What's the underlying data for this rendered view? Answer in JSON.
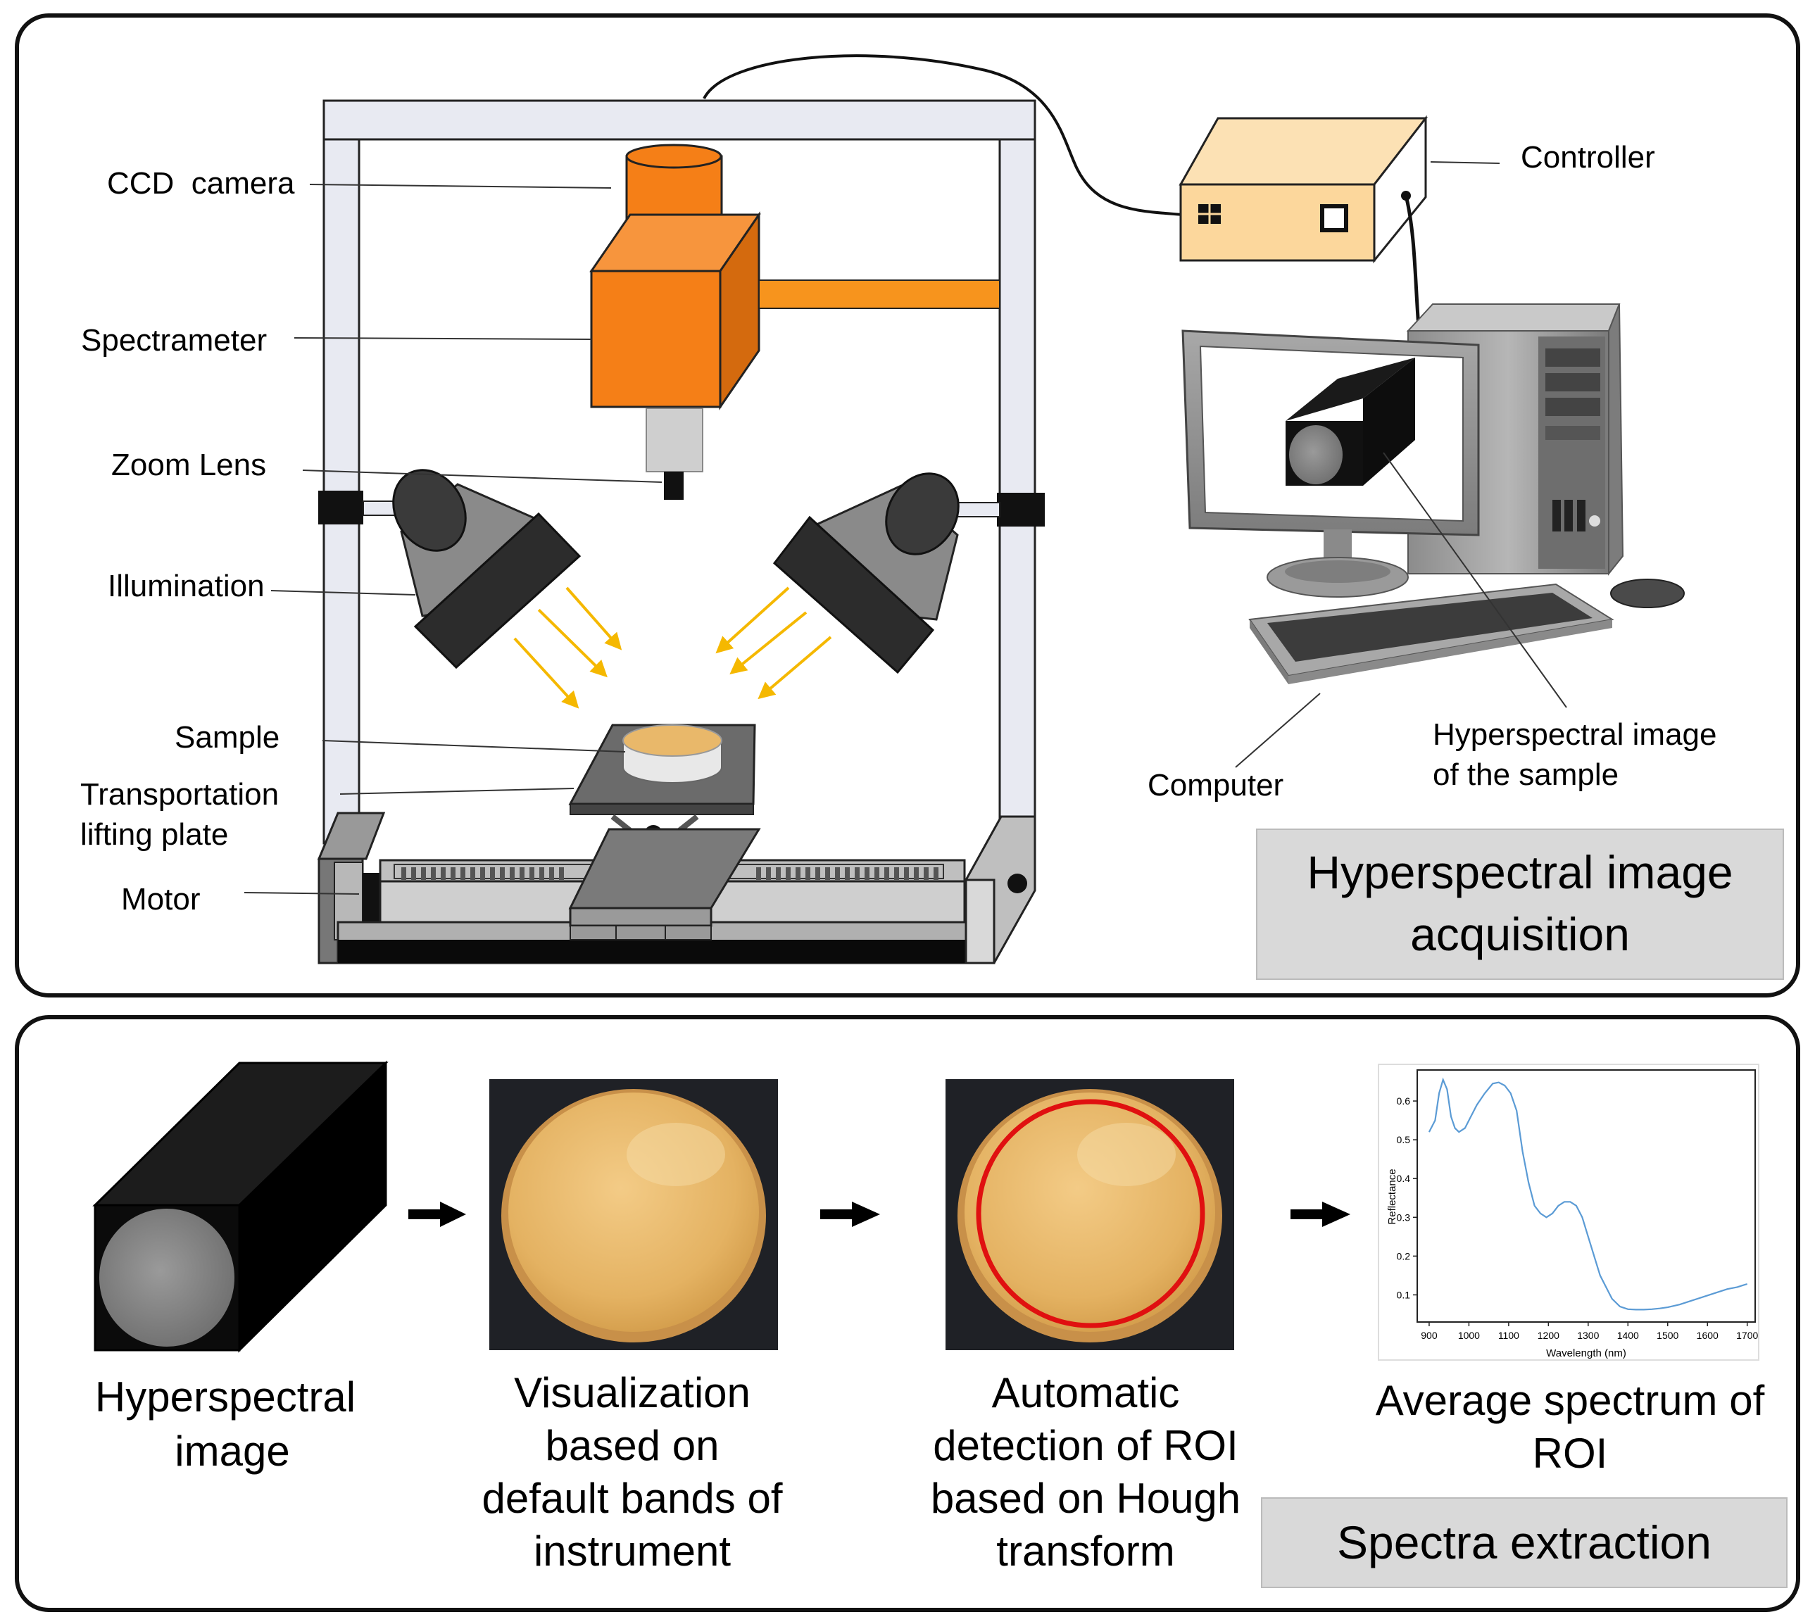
{
  "acquisition_panel": {
    "labels": {
      "ccd_camera": "CCD  camera",
      "spectrometer": "Spectrameter",
      "zoom_lens": "Zoom Lens",
      "illumination": "Illumination",
      "sample": "Sample",
      "transport_plate_line1": "Transportation",
      "transport_plate_line2": "lifting plate",
      "motor": "Motor",
      "controller": "Controller",
      "computer": "Computer",
      "hsi_sample_line1": "Hyperspectral image",
      "hsi_sample_line2": "of the sample"
    },
    "section_title_line1": "Hyperspectral image",
    "section_title_line2": "acquisition"
  },
  "extraction_panel": {
    "steps": [
      {
        "line1": "Hyperspectral",
        "line2": "image"
      },
      {
        "line1": "Visualization",
        "line2": "based on",
        "line3": "default bands of",
        "line4": "instrument"
      },
      {
        "line1": "Automatic",
        "line2": "detection of ROI",
        "line3": "based on Hough",
        "line4": "transform"
      },
      {
        "line1": "Average spectrum of",
        "line2": "ROI"
      }
    ],
    "section_title": "Spectra extraction"
  },
  "colors": {
    "camera_orange": "#F57F17",
    "frame_fill": "#E8EAF2",
    "controller_fill": "#FCD79C",
    "sample_fill": "#E9B86A",
    "roi_circle": "#E01010",
    "spectrum_line": "#5B9BD5",
    "light_rays": "#F5B800"
  },
  "chart_data": {
    "type": "line",
    "xlabel": "Wavelength (nm)",
    "ylabel": "Reflectance",
    "xlim": [
      870,
      1720
    ],
    "ylim": [
      0.03,
      0.68
    ],
    "xticks": [
      900,
      1000,
      1100,
      1200,
      1300,
      1400,
      1500,
      1600,
      1700
    ],
    "yticks": [
      0.1,
      0.2,
      0.3,
      0.4,
      0.5,
      0.6
    ],
    "x": [
      900,
      915,
      925,
      935,
      945,
      955,
      965,
      975,
      990,
      1005,
      1020,
      1040,
      1060,
      1075,
      1090,
      1105,
      1120,
      1135,
      1150,
      1165,
      1180,
      1195,
      1210,
      1225,
      1240,
      1255,
      1270,
      1285,
      1300,
      1315,
      1330,
      1345,
      1360,
      1380,
      1400,
      1420,
      1440,
      1460,
      1480,
      1500,
      1530,
      1560,
      1590,
      1620,
      1650,
      1675,
      1690,
      1700
    ],
    "values": [
      0.52,
      0.55,
      0.62,
      0.655,
      0.63,
      0.56,
      0.53,
      0.52,
      0.53,
      0.56,
      0.59,
      0.62,
      0.645,
      0.648,
      0.64,
      0.62,
      0.575,
      0.47,
      0.39,
      0.33,
      0.31,
      0.3,
      0.31,
      0.33,
      0.34,
      0.34,
      0.33,
      0.3,
      0.25,
      0.2,
      0.15,
      0.12,
      0.09,
      0.07,
      0.063,
      0.062,
      0.062,
      0.063,
      0.065,
      0.068,
      0.075,
      0.085,
      0.095,
      0.105,
      0.115,
      0.12,
      0.125,
      0.128
    ]
  }
}
